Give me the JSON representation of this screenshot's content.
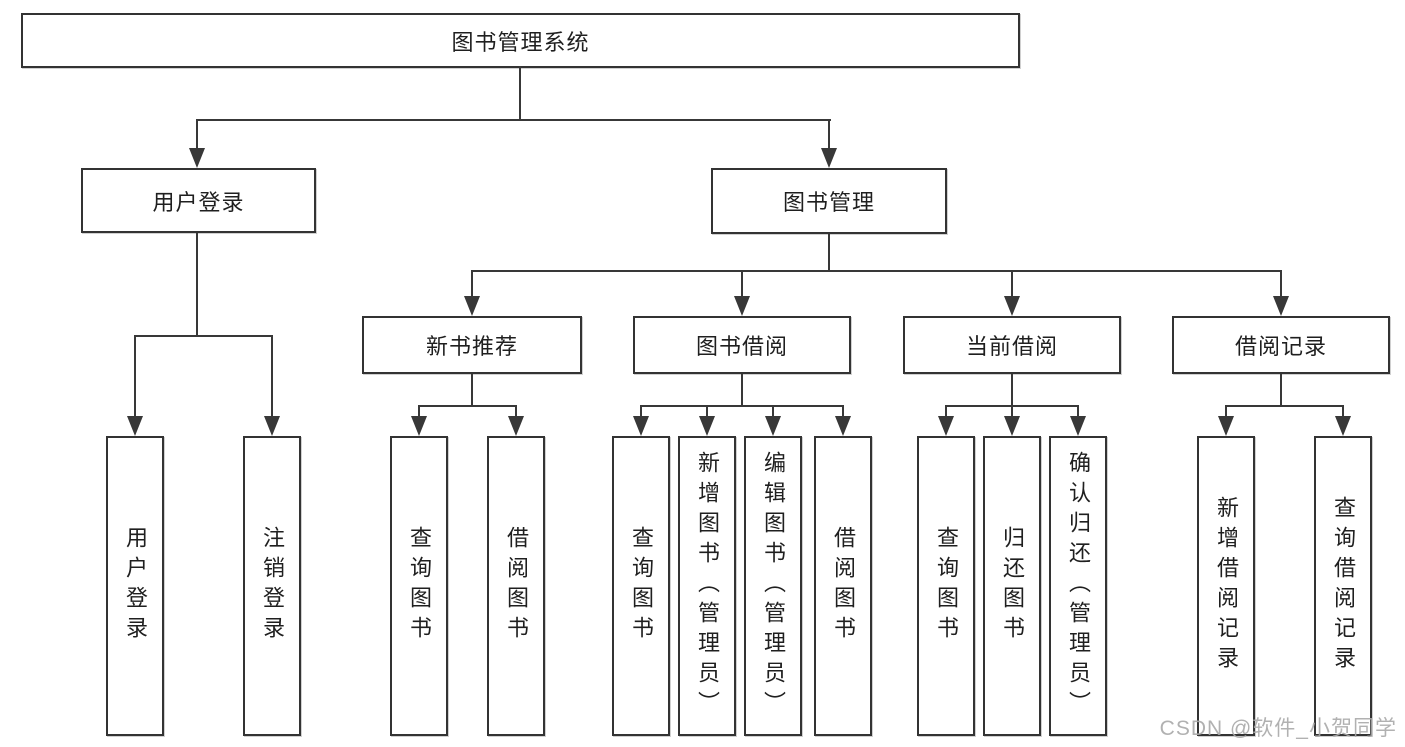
{
  "diagram": {
    "type": "hierarchy",
    "colors": {
      "line": "#383838",
      "box_border": "#333333",
      "text": "#1f1f1f",
      "background": "#ffffff",
      "watermark": "#a8a8a8"
    }
  },
  "tree": {
    "label": "图书管理系统",
    "children": [
      {
        "label": "用户登录",
        "children": [
          {
            "label": "用户登录"
          },
          {
            "label": "注销登录"
          }
        ]
      },
      {
        "label": "图书管理",
        "children": [
          {
            "label": "新书推荐",
            "children": [
              {
                "label": "查询图书"
              },
              {
                "label": "借阅图书"
              }
            ]
          },
          {
            "label": "图书借阅",
            "children": [
              {
                "label": "查询图书"
              },
              {
                "label": "新增图书（管理员）"
              },
              {
                "label": "编辑图书（管理员）"
              },
              {
                "label": "借阅图书"
              }
            ]
          },
          {
            "label": "当前借阅",
            "children": [
              {
                "label": "查询图书"
              },
              {
                "label": "归还图书"
              },
              {
                "label": "确认归还（管理员）"
              }
            ]
          },
          {
            "label": "借阅记录",
            "children": [
              {
                "label": "新增借阅记录"
              },
              {
                "label": "查询借阅记录"
              }
            ]
          }
        ]
      }
    ]
  },
  "watermark": {
    "text": "CSDN @软件_小贺同学"
  }
}
